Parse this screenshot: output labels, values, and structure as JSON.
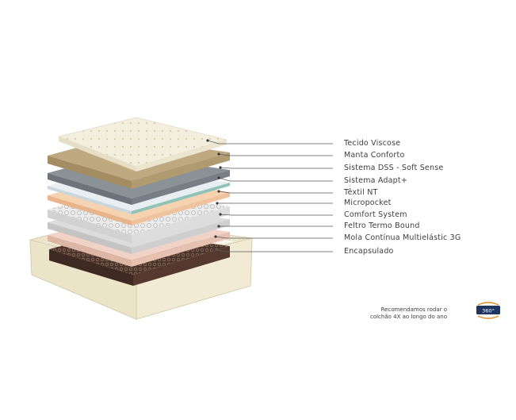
{
  "layers": [
    {
      "id": "tecido-viscose",
      "label": "Tecido Viscose",
      "color": "#f2ecd9"
    },
    {
      "id": "manta-conforto",
      "label": "Manta Conforto",
      "color": "#b9a27a"
    },
    {
      "id": "sistema-dss",
      "label": "Sistema DSS - Soft Sense",
      "color": "#7f868c"
    },
    {
      "id": "sistema-adapt",
      "label": "Sistema Adapt+",
      "color": "#e4ebee"
    },
    {
      "id": "textil-nt",
      "label": "Têxtil NT",
      "color": "#f3c9a2"
    },
    {
      "id": "micropocket",
      "label": "Micropocket",
      "color": "#e9e9e9"
    },
    {
      "id": "comfort-system",
      "label": "Comfort System",
      "color": "#d6d6d6"
    },
    {
      "id": "feltro-termo-bound",
      "label": "Feltro Termo Bound",
      "color": "#eccdc0"
    },
    {
      "id": "mola-continua",
      "label": "Mola Contínua Multielástic 3G",
      "color": "#5a3e34"
    },
    {
      "id": "encapsulado",
      "label": "Encapsulado",
      "color": "#eee8cf"
    }
  ],
  "note": {
    "line1": "Recomendamos rodar o",
    "line2": "colchão 4X ao longo do ano"
  },
  "badge": {
    "text": "360°",
    "color": "#1f3560",
    "accent": "#e08a20"
  },
  "leader_color": "#5a5a5a"
}
